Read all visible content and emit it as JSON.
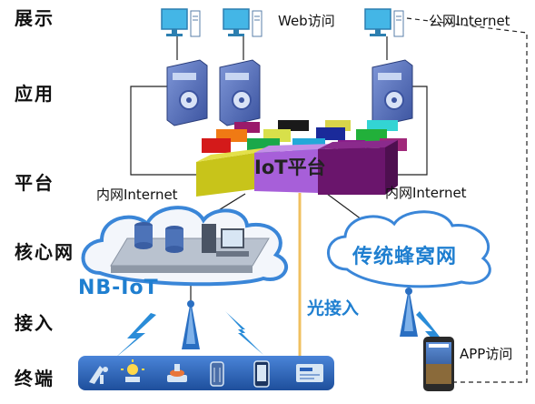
{
  "layers": {
    "display": "展示",
    "application": "应用",
    "platform": "平台",
    "core_network": "核心网",
    "access": "接入",
    "terminal": "终端"
  },
  "labels": {
    "web_access": "Web访问",
    "public_internet": "公网Internet",
    "intranet_left": "内网Internet",
    "intranet_right": "内网Internet",
    "iot_platform": "IoT平台",
    "nb_iot": "NB-IoT",
    "cellular_network": "传统蜂窝网",
    "fiber_access": "光接入",
    "app_access": "APP访问"
  },
  "colors": {
    "server_blue": "#4a67b5",
    "cloud_blue": "#3a86d8",
    "terminal_bar": "#2b61b8",
    "fiber_line": "#f0c060",
    "yellow_block": "#d6d21e",
    "purple_block": "#9d5fd6",
    "dark_purple_block": "#6a1a6e"
  },
  "icons": {
    "terminals": [
      "satellite-dish-icon",
      "street-lamp-icon",
      "smoke-detector-icon",
      "water-meter-icon",
      "smartphone-icon",
      "card-reader-icon"
    ]
  }
}
